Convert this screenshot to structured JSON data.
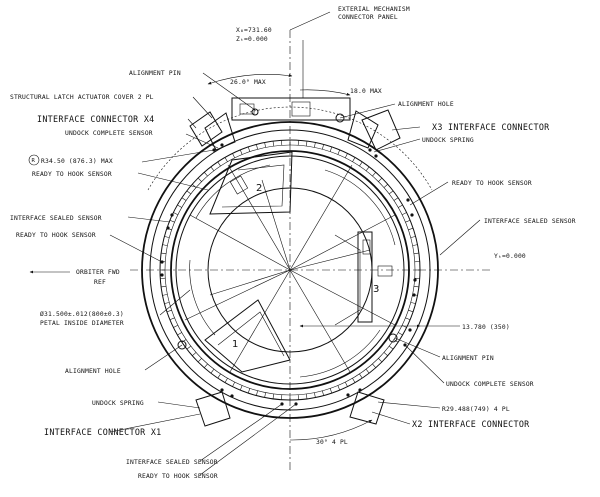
{
  "labels": {
    "ext_mech_1": "EXTERIAL MECHANISM",
    "ext_mech_2": "CONNECTOR PANEL",
    "xo": "X₀=731.60",
    "zt": "Zₜ=0.000",
    "alignment_pin_top": "ALIGNMENT PIN",
    "angle_26": "26.0° MAX",
    "angle_18": "18.0  MAX",
    "structural_latch": "STRUCTURAL LATCH ACTUATOR COVER 2 PL",
    "alignment_hole_top": "ALIGNMENT HOLE",
    "iface_conn_x4": "INTERFACE CONNECTOR X4",
    "undock_complete_top": "UNDOCK COMPLETE SENSOR",
    "iface_conn_x3": "X3 INTERFACE CONNECTOR",
    "undock_spring_top": "UNDOCK SPRING",
    "radius_max": "R34.50 (876.3) MAX",
    "ready_hook_left_1": "READY TO HOOK SENSOR",
    "ready_hook_right_1": "READY TO HOOK SENSOR",
    "iface_sealed_left": "INTERFACE SEALED SENSOR",
    "iface_sealed_right": "INTERFACE SEALED SENSOR",
    "ready_hook_left_2": "READY TO HOOK SENSOR",
    "orbiter_fwd": "ORBITER FWD",
    "ref": "REF",
    "yt": "Yₜ=0.000",
    "petal_dia": "Ø31.500±.012(800±0.3)",
    "petal_inside": "PETAL INSIDE DIAMETER",
    "dim_13780": "13.780 (350)",
    "alignment_hole_bottom": "ALIGNMENT HOLE",
    "alignment_pin_bottom": "ALIGNMENT PIN",
    "undock_complete_bottom": "UNDOCK COMPLETE SENSOR",
    "undock_spring_bottom": "UNDOCK SPRING",
    "r29": "R29.488(749) 4 PL",
    "iface_conn_x1": "INTERFACE CONNECTOR X1",
    "iface_conn_x2": "X2 INTERFACE CONNECTOR",
    "angle_30": "30° 4 PL",
    "iface_sealed_bottom": "INTERFACE SEALED SENSOR",
    "ready_hook_bottom": "READY TO HOOK SENSOR",
    "petal_1": "1",
    "petal_2": "2",
    "petal_3": "3"
  }
}
